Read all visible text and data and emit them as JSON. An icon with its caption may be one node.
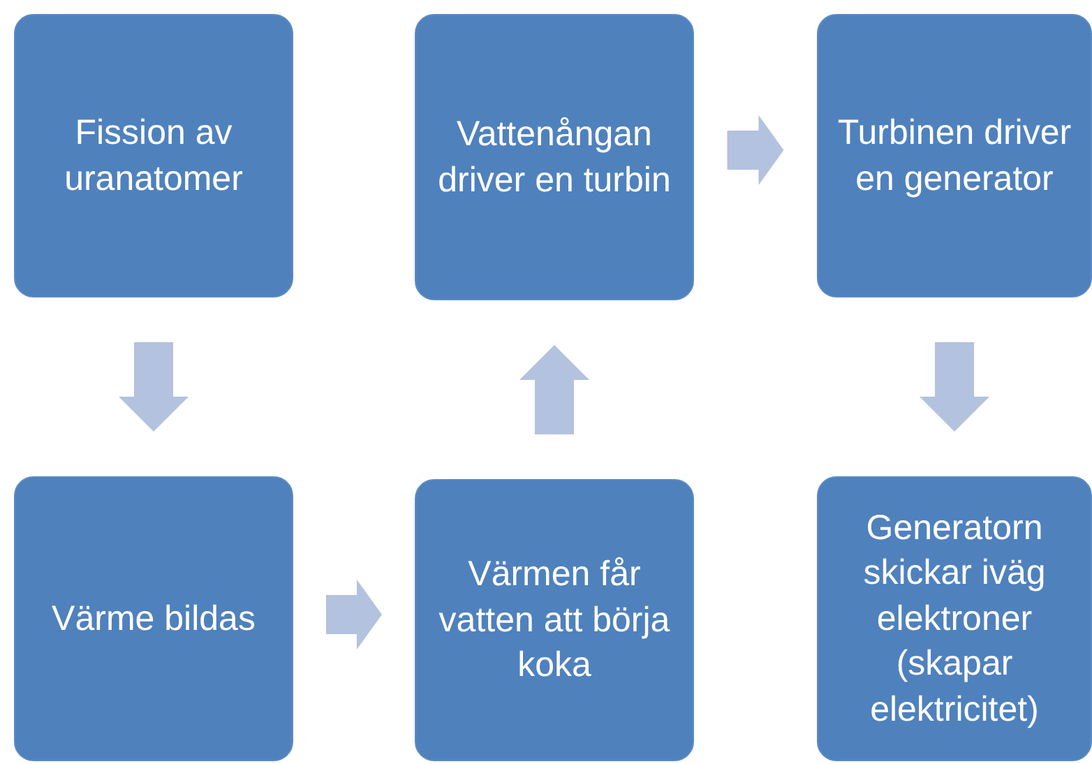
{
  "diagram": {
    "nodes": [
      {
        "text": [
          "Fission av uranatomer"
        ]
      },
      {
        "text": [
          "Värme bildas"
        ]
      },
      {
        "text": [
          "Värmen får vatten att börja koka"
        ]
      },
      {
        "text": [
          "Vattenångan driver en turbin"
        ]
      },
      {
        "text": [
          "Turbinen driver en generator"
        ]
      },
      {
        "text": [
          "Generatorn skickar iväg elektroner (skapar elektricitet)"
        ]
      }
    ],
    "edges": [
      {
        "from": 0,
        "to": 1,
        "arrow": "to"
      },
      {
        "from": 1,
        "to": 2,
        "arrow": "to"
      },
      {
        "from": 2,
        "to": 3,
        "arrow": "to"
      },
      {
        "from": 3,
        "to": 4,
        "arrow": "to"
      },
      {
        "from": 4,
        "to": 5,
        "arrow": "to"
      }
    ]
  }
}
